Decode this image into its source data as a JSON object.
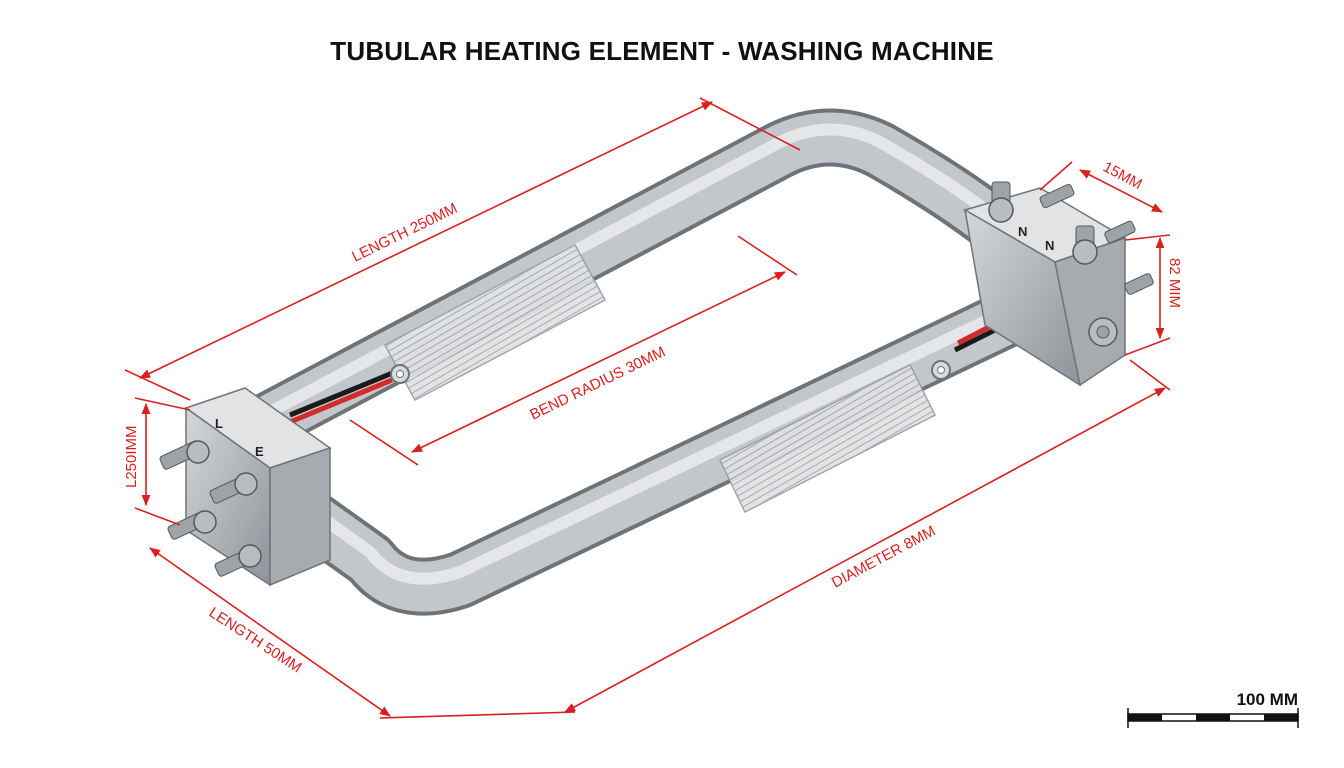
{
  "title": "TUBULAR HEATING ELEMENT - WASHING MACHINE",
  "dimensions": {
    "length_top": "LENGTH 250MM",
    "bend_radius": "BEND RADIUS 30MM",
    "diameter": "DIAMETER 8MM",
    "length_bottom": "LENGTH 50MM",
    "left_height": "L250IMM",
    "right_height": "82 MIM",
    "right_width": "15MM"
  },
  "terminals": {
    "left": [
      "L",
      "E"
    ],
    "right": [
      "N",
      "N"
    ]
  },
  "scale_bar": {
    "label": "100 MM"
  },
  "colors": {
    "dimension": "#d92020",
    "tube": "#b8bcc1",
    "wire_red": "#d42a2a",
    "wire_black": "#1a1a1a"
  }
}
